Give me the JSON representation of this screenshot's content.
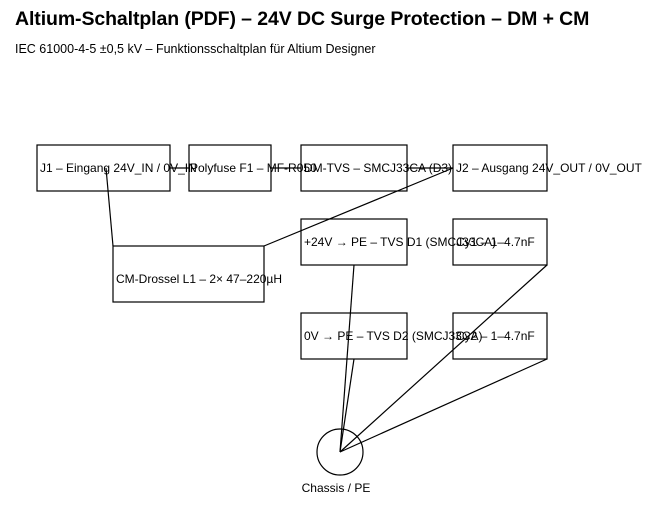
{
  "header": {
    "title": "Altium-Schaltplan (PDF) – 24V DC Surge Protection – DM + CM",
    "subtitle": "IEC 61000-4-5 ±0,5 kV – Funktionsschaltplan für Altium Designer"
  },
  "blocks": {
    "j1": "J1 – Eingang 24V_IN / 0V_IN",
    "f1": "Polyfuse F1 – MF-R050",
    "d3": "DM-TVS – SMCJ33CA (D3)",
    "j2": "J2 – Ausgang 24V_OUT / 0V_OUT",
    "l1": "CM-Drossel L1 – 2× 47–220µH",
    "d1": "+24V → PE – TVS D1 (SMCJ33CA)",
    "cy1": "Cy1 – 1–4.7nF",
    "d2": "0V → PE – TVS D2 (SMCJ33CA)",
    "cy2": "Cy2 – 1–4.7nF"
  },
  "ground": {
    "label": "Chassis / PE"
  }
}
